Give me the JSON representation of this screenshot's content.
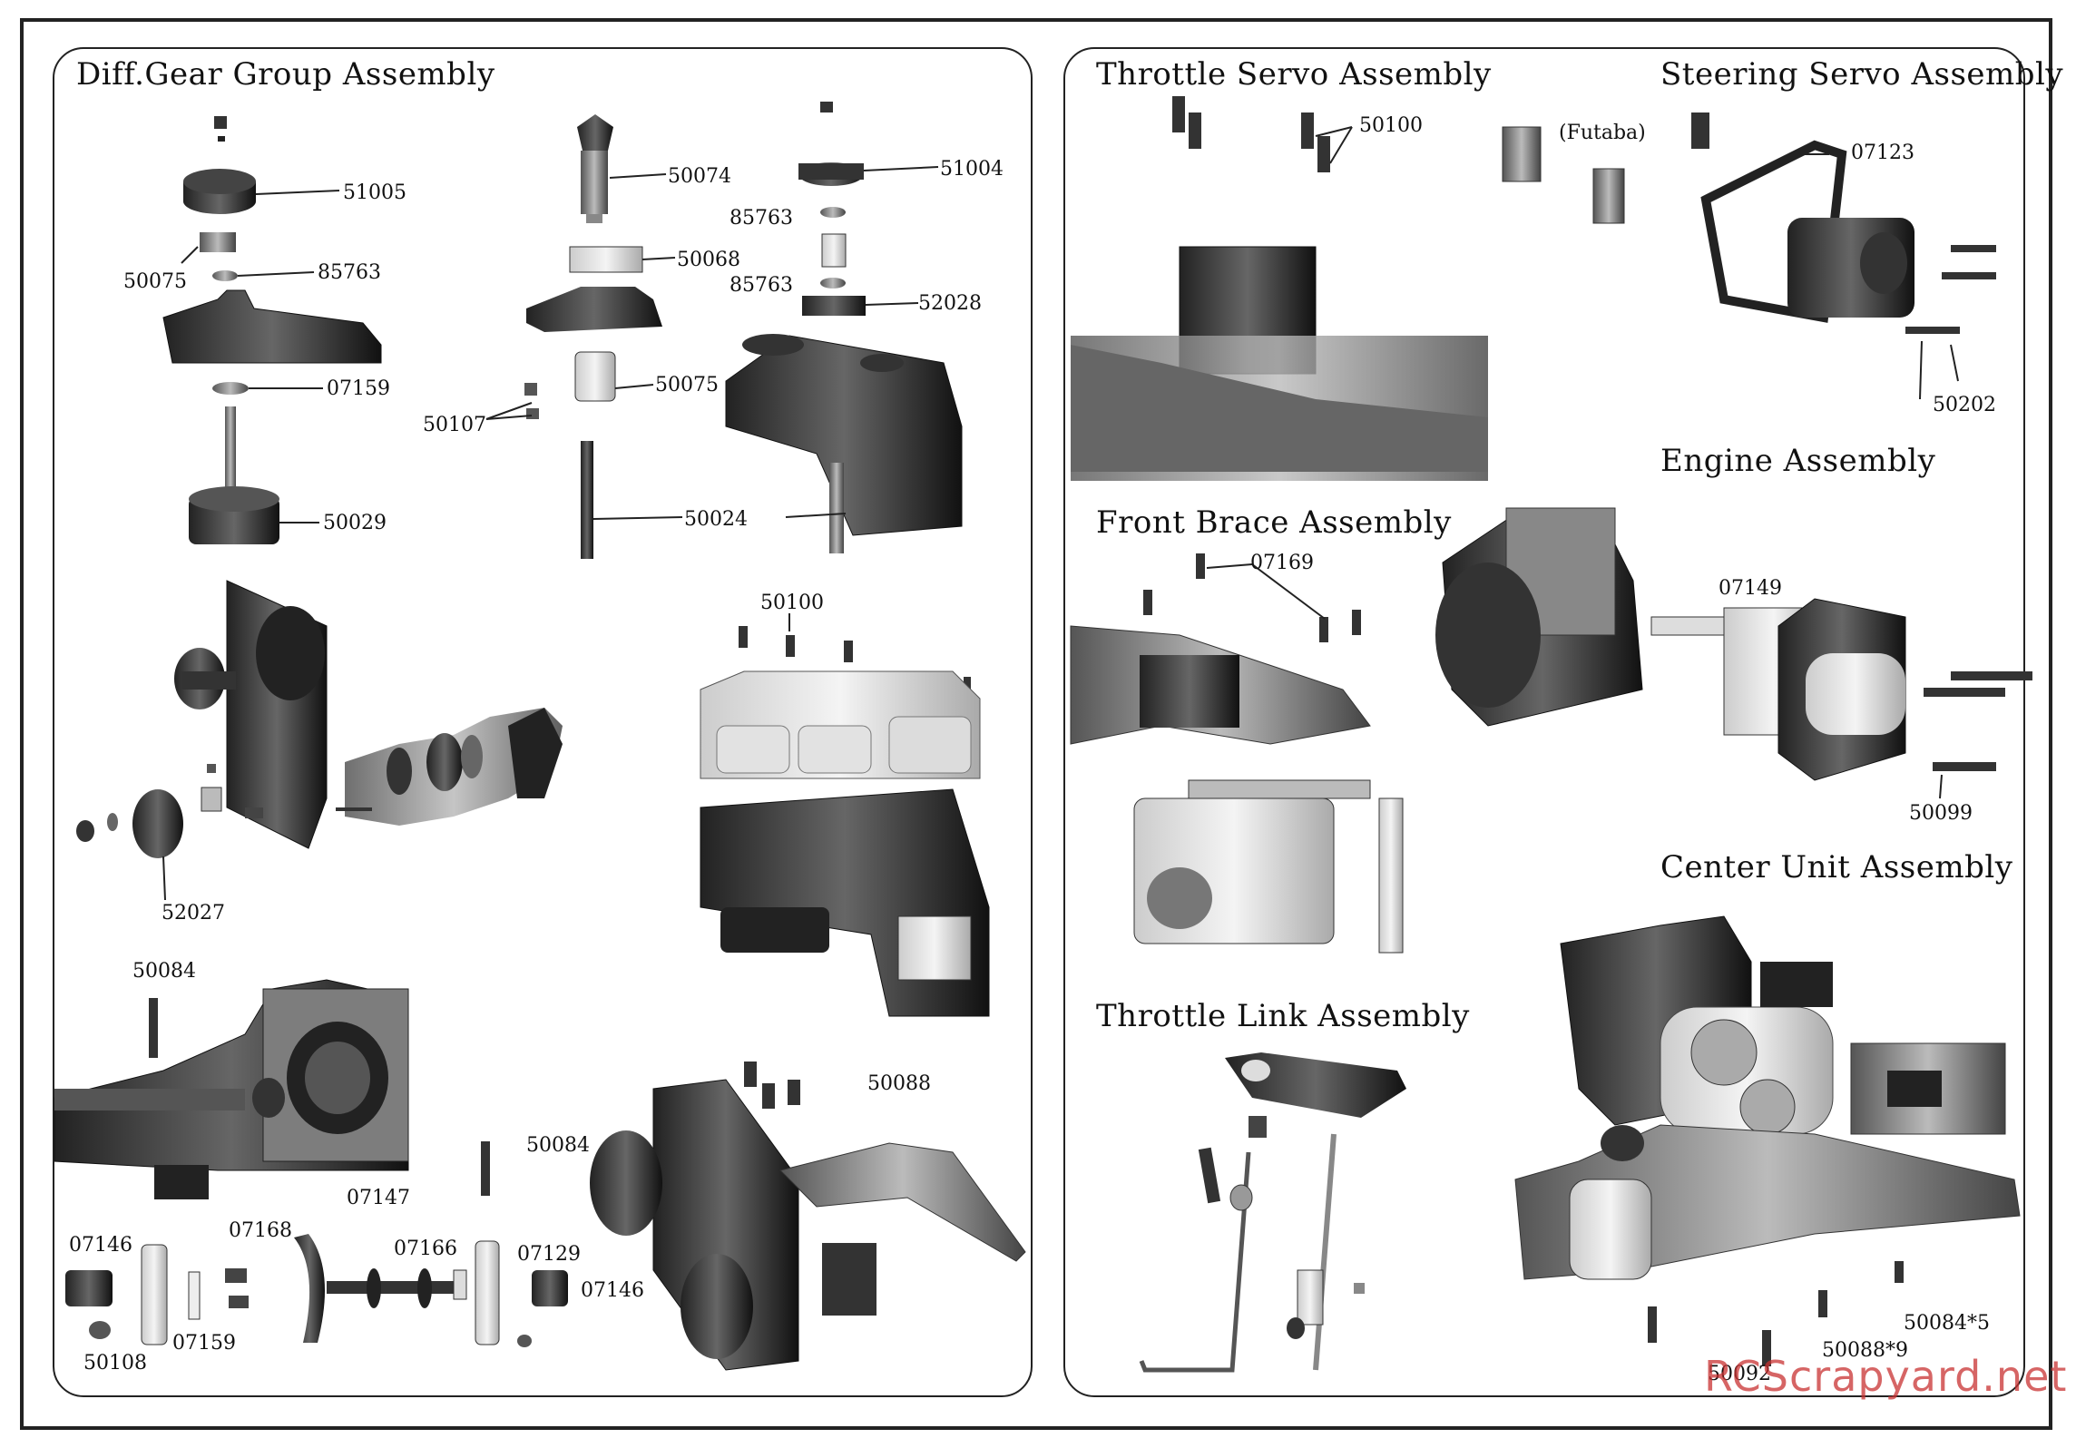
{
  "left_panel": {
    "title": "Diff.Gear Group Assembly",
    "labels": {
      "p51005": "51005",
      "p50075a": "50075",
      "p85763a": "85763",
      "p07159a": "07159",
      "p50029": "50029",
      "p50074": "50074",
      "p50068": "50068",
      "p50075b": "50075",
      "p50107": "50107",
      "p50024": "50024",
      "p51004": "51004",
      "p85763b": "85763",
      "p85763c": "85763",
      "p52028": "52028",
      "p50100": "50100",
      "p52027": "52027",
      "p50084a": "50084",
      "p50088": "50088",
      "p50084b": "50084",
      "p07147": "07147",
      "p07146a": "07146",
      "p07168": "07168",
      "p07166": "07166",
      "p07129": "07129",
      "p07146b": "07146",
      "p50108": "50108",
      "p07159b": "07159"
    }
  },
  "right_panel": {
    "throttle_servo": {
      "title": "Throttle Servo Assembly",
      "p50100": "50100"
    },
    "steering_servo": {
      "title": "Steering Servo Assembly",
      "futaba": "(Futaba)",
      "p07123": "07123",
      "p50202": "50202"
    },
    "engine": {
      "title": "Engine Assembly",
      "p07149": "07149",
      "p50099": "50099"
    },
    "front_brace": {
      "title": "Front Brace Assembly",
      "p07169": "07169"
    },
    "center_unit": {
      "title": "Center Unit  Assembly",
      "p50084_5": "50084*5",
      "p50088_9": "50088*9",
      "p50092": "50092"
    },
    "throttle_link": {
      "title": "Throttle Link  Assembly"
    }
  },
  "watermark": "RCScrapyard.net"
}
